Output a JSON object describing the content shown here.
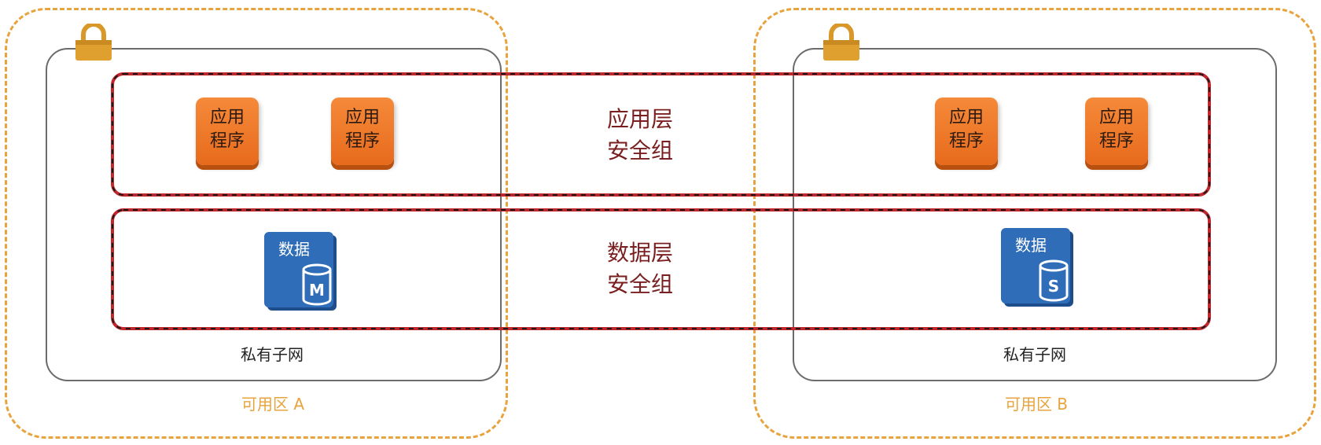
{
  "zones": [
    {
      "label": "可用区 A",
      "subnet_label": "私有子网"
    },
    {
      "label": "可用区 B",
      "subnet_label": "私有子网"
    }
  ],
  "security_groups": {
    "app": {
      "line1": "应用层",
      "line2": "安全组"
    },
    "data": {
      "line1": "数据层",
      "line2": "安全组"
    }
  },
  "app_icons": [
    {
      "line1": "应用",
      "line2": "程序"
    },
    {
      "line1": "应用",
      "line2": "程序"
    },
    {
      "line1": "应用",
      "line2": "程序"
    },
    {
      "line1": "应用",
      "line2": "程序"
    }
  ],
  "db_icons": [
    {
      "title": "数据",
      "badge": "M"
    },
    {
      "title": "数据",
      "badge": "S"
    }
  ],
  "colors": {
    "zone_border": "#e8a33d",
    "security_group_border": "#c0272d",
    "app_icon": "#f07c2c",
    "db_icon": "#2f6db8",
    "lock": "#e0a030"
  },
  "icons": [
    "lock-icon",
    "lock-icon",
    "database-cylinder-icon",
    "database-cylinder-icon"
  ]
}
